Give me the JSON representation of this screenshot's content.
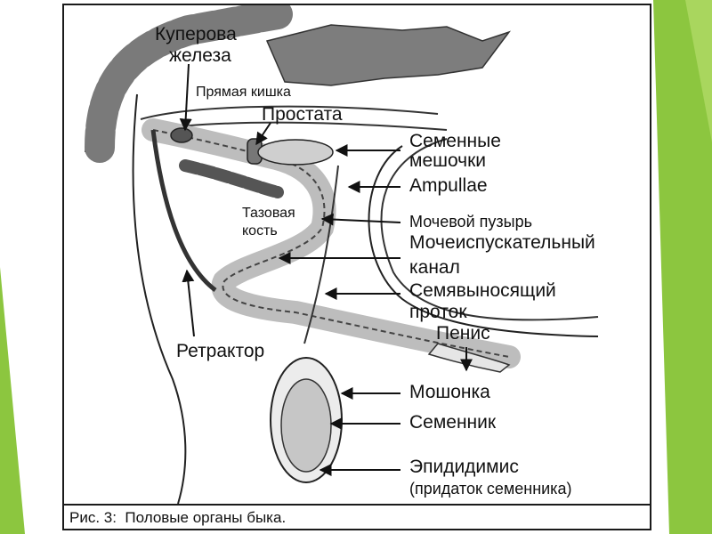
{
  "figure": {
    "labels": {
      "cowper_1": "Куперова",
      "cowper_2": "железа",
      "rectum": "Прямая кишка",
      "prostate": "Простата",
      "seminal_1": "Семенные",
      "seminal_2": "мешочки",
      "ampullae": "Ampullae",
      "pelvic_1": "Тазовая",
      "pelvic_2": "кость",
      "bladder": "Мочевой пузырь",
      "urethra_1": "Мочеиспускательный",
      "urethra_2": "канал",
      "vas_1": "Семявыносящий",
      "vas_2": "проток",
      "penis": "Пенис",
      "retractor": "Ретрактор",
      "scrotum": "Мошонка",
      "testis": "Семенник",
      "epididymis_1": "Эпидидимис",
      "epididymis_2": "(придаток семенника)"
    },
    "caption": "Рис. 3:  Половые органы быка."
  },
  "colors": {
    "accent_green": "#8cc63f",
    "ink": "#1a1a1a",
    "gray_tissue": "#9a9a9a",
    "light_tissue": "#d9d9d9"
  }
}
